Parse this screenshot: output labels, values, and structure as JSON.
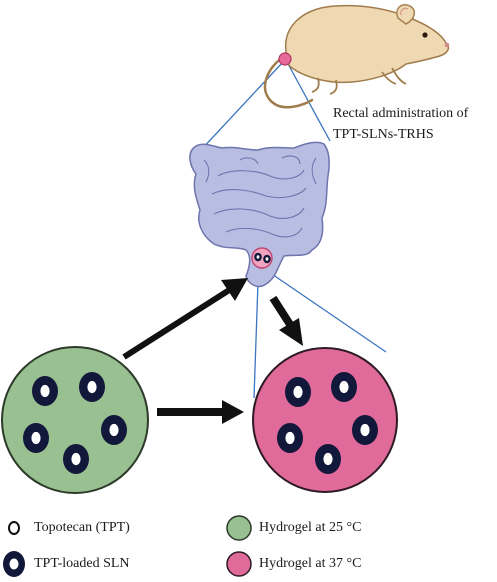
{
  "caption": {
    "line1": "Rectal administration of",
    "line2": "TPT-SLNs-TRHS"
  },
  "legend": {
    "tpt_label": "Topotecan (TPT)",
    "sln_label": "TPT-loaded SLN",
    "gel25_label": "Hydrogel at 25 °C",
    "gel37_label": "Hydrogel at 37 °C"
  },
  "colors": {
    "mouse_fill": "#efd9b3",
    "mouse_outline": "#a07c4d",
    "colon_fill": "#b8bde2",
    "colon_outline": "#6e74ad",
    "gel25_fill": "#98c090",
    "gel37_fill": "#e06a9a",
    "sln_dark": "#12183a",
    "connector_line": "#3a74c0",
    "arrow": "#111111"
  },
  "icons": [
    "mouse-illustration",
    "colon-illustration",
    "nanoparticle-icon"
  ]
}
